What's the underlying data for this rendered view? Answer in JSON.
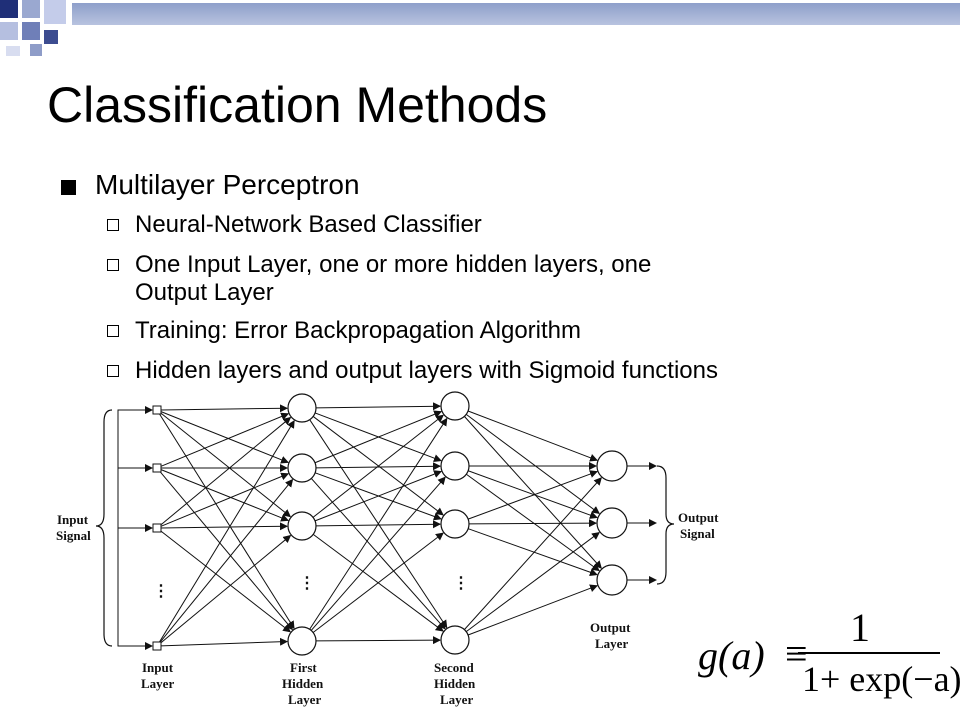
{
  "slide": {
    "title": "Classification Methods",
    "bullet": "Multilayer Perceptron",
    "sub_bullets": [
      "Neural-Network Based Classifier",
      "One Input Layer, one or more hidden layers, one",
      "Output Layer",
      "Training: Error Backpropagation  Algorithm",
      "Hidden layers and output layers with Sigmoid functions"
    ]
  },
  "diagram": {
    "input_signal": [
      "Input",
      "Signal"
    ],
    "output_signal": [
      "Output",
      "Signal"
    ],
    "input_layer": [
      "Input",
      "Layer"
    ],
    "first_hidden_layer": [
      "First",
      "Hidden",
      "Layer"
    ],
    "second_hidden_layer": [
      "Second",
      "Hidden",
      "Layer"
    ],
    "output_layer": [
      "Output",
      "Layer"
    ],
    "ellipsis": "⋮"
  },
  "formula": {
    "lhs": "g(a)",
    "equiv": "≡",
    "numerator": "1",
    "denominator": "1+ exp(−a)"
  }
}
